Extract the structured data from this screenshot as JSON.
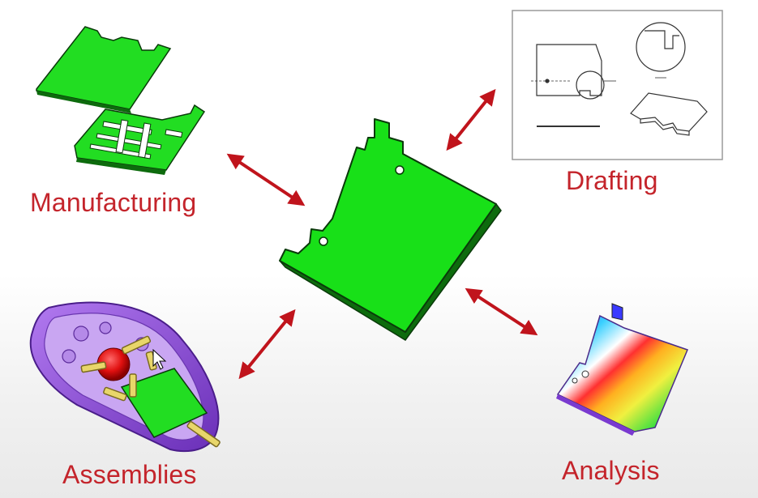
{
  "labels": {
    "manufacturing": "Manufacturing",
    "drafting": "Drafting",
    "assemblies": "Assemblies",
    "analysis": "Analysis"
  },
  "colors": {
    "label_text": "#c4242b",
    "arrow": "#c0141c",
    "part_green": "#18e018",
    "part_outline": "#0a3a0a",
    "assembly_purple": "#9a5be0",
    "drawing_line": "#333333"
  },
  "icons": {
    "center": "sheet-metal-part-icon",
    "manufacturing": "manufacturing-flat-pattern-icon",
    "drafting": "drafting-drawing-icon",
    "assemblies": "assembly-model-icon",
    "analysis": "analysis-stress-plot-icon"
  }
}
